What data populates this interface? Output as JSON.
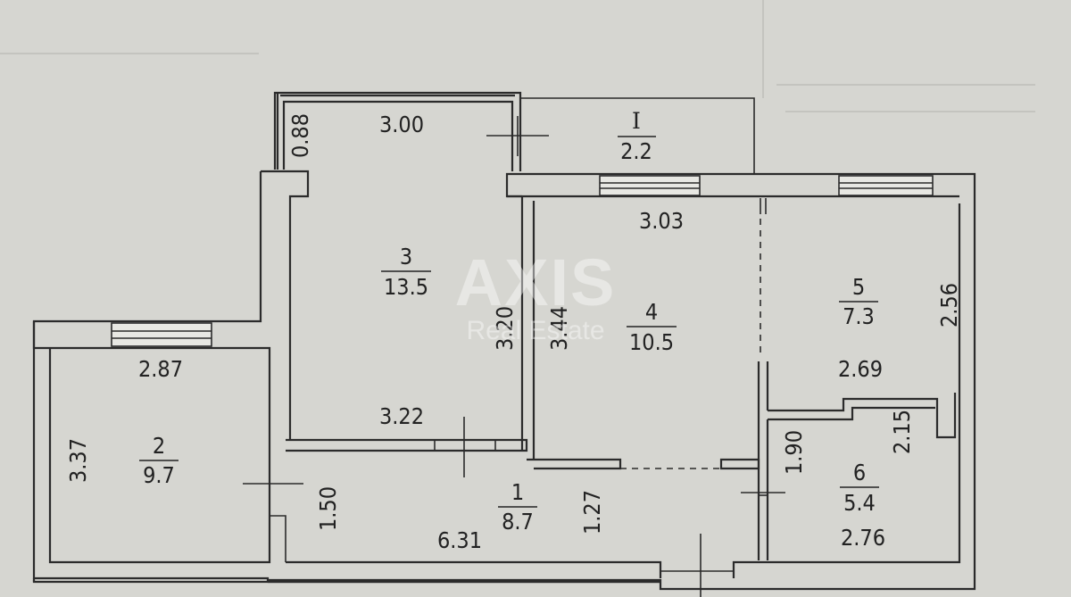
{
  "watermark": {
    "brand": "AXIS",
    "tagline": "Real Estate"
  },
  "rooms": [
    {
      "id": "balcony",
      "number": "I",
      "area": "2.2"
    },
    {
      "id": "room-1",
      "number": "1",
      "area": "8.7"
    },
    {
      "id": "room-2",
      "number": "2",
      "area": "9.7"
    },
    {
      "id": "room-3",
      "number": "3",
      "area": "13.5"
    },
    {
      "id": "room-4",
      "number": "4",
      "area": "10.5"
    },
    {
      "id": "room-5",
      "number": "5",
      "area": "7.3"
    },
    {
      "id": "room-6",
      "number": "6",
      "area": "5.4"
    }
  ],
  "dimensions": [
    {
      "id": "dim-088",
      "value": "0.88"
    },
    {
      "id": "dim-300",
      "value": "3.00"
    },
    {
      "id": "dim-303",
      "value": "3.03"
    },
    {
      "id": "dim-256",
      "value": "2.56"
    },
    {
      "id": "dim-320",
      "value": "3.20"
    },
    {
      "id": "dim-344",
      "value": "3.44"
    },
    {
      "id": "dim-287",
      "value": "2.87"
    },
    {
      "id": "dim-269",
      "value": "2.69"
    },
    {
      "id": "dim-215",
      "value": "2.15"
    },
    {
      "id": "dim-322",
      "value": "3.22"
    },
    {
      "id": "dim-337",
      "value": "3.37"
    },
    {
      "id": "dim-190",
      "value": "1.90"
    },
    {
      "id": "dim-150",
      "value": "1.50"
    },
    {
      "id": "dim-127",
      "value": "1.27"
    },
    {
      "id": "dim-631",
      "value": "6.31"
    },
    {
      "id": "dim-276",
      "value": "2.76"
    }
  ],
  "colors": {
    "paper": "#d6d6d1",
    "ink": "#2b2b2b",
    "watermark": "#ffffff"
  }
}
